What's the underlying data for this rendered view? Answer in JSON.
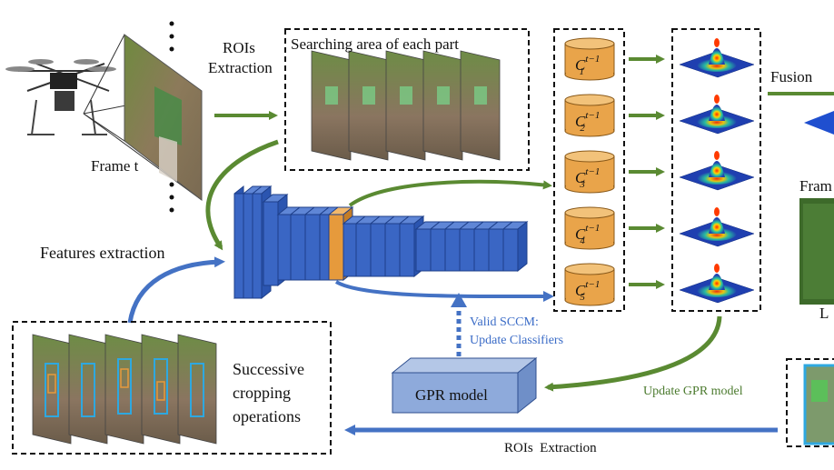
{
  "labels": {
    "rois_extraction_top": "ROIs Extraction",
    "rois_extraction_top_line1": "ROIs",
    "rois_extraction_top_line2": "Extraction",
    "frame_t": "Frame t",
    "searching_area": "Searching area of each part",
    "features_extraction": "Features extraction",
    "fusion": "Fusion",
    "frame_partial": "Fram",
    "l_partial": "L",
    "valid_sccm_line1": "Valid SCCM:",
    "valid_sccm_line2": "Update Classifiers",
    "gpr_model": "GPR model",
    "update_gpr": "Update GPR model",
    "successive_line1": "Successive",
    "successive_line2": "cropping",
    "successive_line3": "operations",
    "rois_extraction_bottom": "ROIs  Extraction"
  },
  "classifiers": [
    {
      "base": "C",
      "sub": "1",
      "sup": "t−1"
    },
    {
      "base": "C",
      "sub": "2",
      "sup": "t−1"
    },
    {
      "base": "C",
      "sub": "3",
      "sup": "t−1"
    },
    {
      "base": "C",
      "sub": "4",
      "sup": "t−1"
    },
    {
      "base": "C",
      "sub": "5",
      "sup": "t−1"
    }
  ],
  "colors": {
    "green_arrow": "#5a8a32",
    "blue_arrow": "#4472c4",
    "cnn_blue": "#3a66c4",
    "cnn_orange": "#e69a3c",
    "cylinder": "#e9a44a",
    "gpr_box": "#8eaadb",
    "heatmap_base": "#1f3fb0"
  }
}
